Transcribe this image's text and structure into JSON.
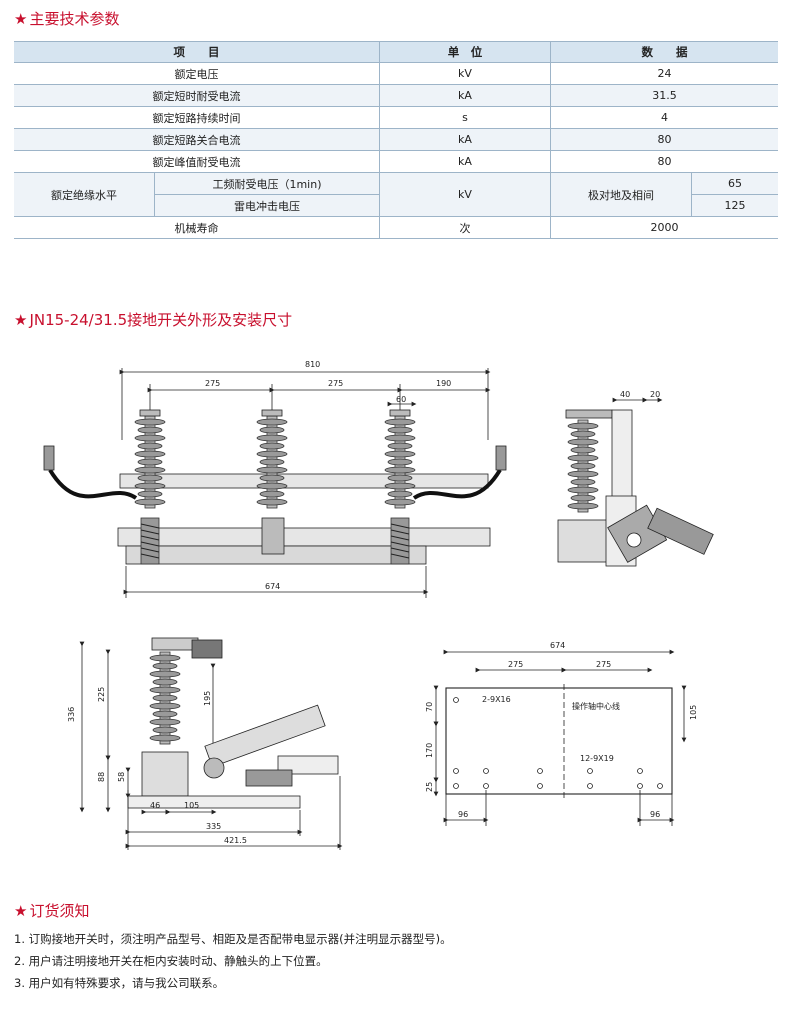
{
  "section1": {
    "star": "★",
    "title": "主要技术参数"
  },
  "table": {
    "headers": [
      "项　　目",
      "单　位",
      "数　　据"
    ],
    "rows": [
      {
        "item": "额定电压",
        "unit": "kV",
        "value": "24"
      },
      {
        "item": "额定短时耐受电流",
        "unit": "kA",
        "value": "31.5"
      },
      {
        "item": "额定短路持续时间",
        "unit": "s",
        "value": "4"
      },
      {
        "item": "额定短路关合电流",
        "unit": "kA",
        "value": "80"
      },
      {
        "item": "额定峰值耐受电流",
        "unit": "kA",
        "value": "80"
      }
    ],
    "insulation": {
      "label": "额定绝缘水平",
      "sub1": "工频耐受电压（1min)",
      "sub2": "雷电冲击电压",
      "unit": "kV",
      "mid": "极对地及相间",
      "v1": "65",
      "v2": "125"
    },
    "life": {
      "item": "机械寿命",
      "unit": "次",
      "value": "2000"
    }
  },
  "section2": {
    "star": "★",
    "title": "JN15-24/31.5接地开关外形及安装尺寸"
  },
  "dims": {
    "front": {
      "total": "810",
      "a": "275",
      "b": "275",
      "c": "190",
      "d": "60",
      "bottom": "674"
    },
    "side": {
      "a": "40",
      "b": "20"
    },
    "left": {
      "h1": "336",
      "h2": "225",
      "h3": "195",
      "h4": "88",
      "h5": "58",
      "w1": "46",
      "w2": "105",
      "w3": "335",
      "w4": "421.5"
    },
    "plan": {
      "total": "674",
      "a": "275",
      "b": "275",
      "hole1": "2-9X16",
      "center": "操作轴中心线",
      "hole2": "12-9X19",
      "v1": "70",
      "v2": "170",
      "v3": "25",
      "r": "105",
      "w1": "96",
      "w2": "96"
    }
  },
  "section3": {
    "star": "★",
    "title": "订货须知"
  },
  "notes": [
    "1.  订购接地开关时，须注明产品型号、相距及是否配带电显示器(并注明显示器型号)。",
    "2. 用户请注明接地开关在柜内安装时动、静触头的上下位置。",
    "3. 用户如有特殊要求，请与我公司联系。"
  ]
}
